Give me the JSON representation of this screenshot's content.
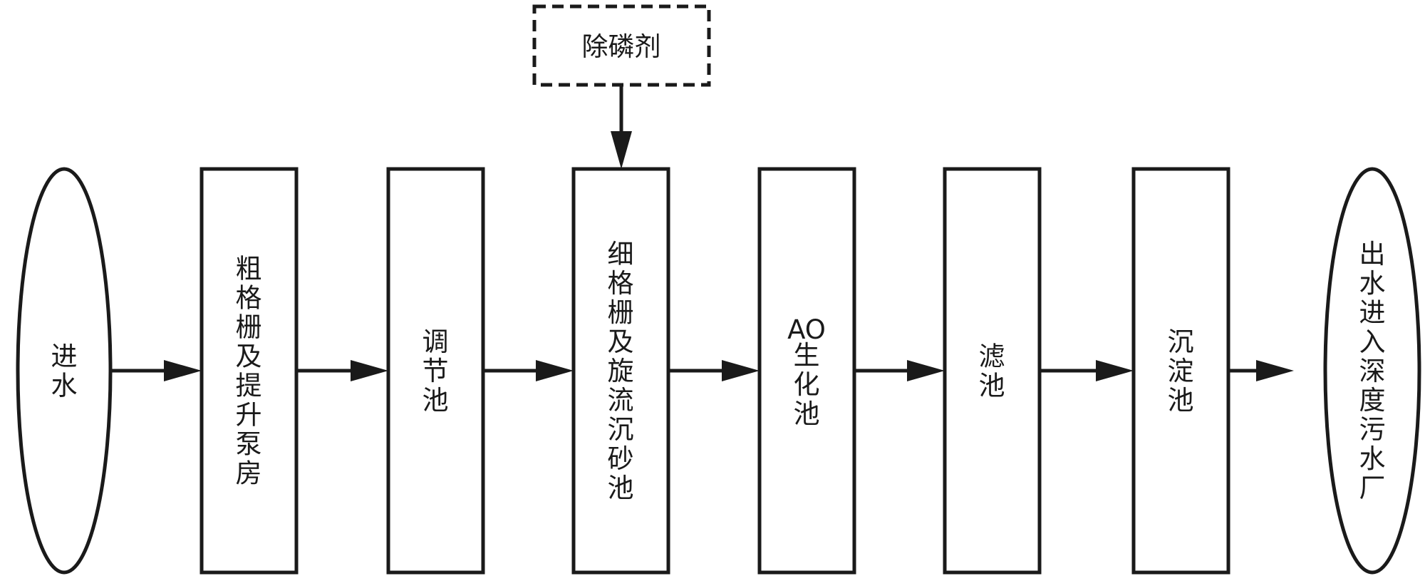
{
  "nodes": {
    "inlet": {
      "label": "进水",
      "shape": "ellipse"
    },
    "coarse_screen": {
      "label": "粗格栅及提升泵房",
      "shape": "rect"
    },
    "equalization": {
      "label": "调节池",
      "shape": "rect"
    },
    "fine_screen": {
      "label": "细格栅及旋流沉砂池",
      "shape": "rect"
    },
    "ao": {
      "label_line1": "AO",
      "label_rest": "生化池",
      "shape": "rect"
    },
    "filter": {
      "label": "滤池",
      "shape": "rect"
    },
    "sedimentation": {
      "label": "沉淀池",
      "shape": "rect"
    },
    "outlet": {
      "label": "出水进入深度污水厂",
      "shape": "ellipse"
    },
    "phosphorus_agent": {
      "label": "除磷剂",
      "shape": "dashed-rect"
    }
  },
  "edges": [
    {
      "from": "inlet",
      "to": "coarse_screen"
    },
    {
      "from": "coarse_screen",
      "to": "equalization"
    },
    {
      "from": "equalization",
      "to": "fine_screen"
    },
    {
      "from": "fine_screen",
      "to": "ao"
    },
    {
      "from": "ao",
      "to": "filter"
    },
    {
      "from": "filter",
      "to": "sedimentation"
    },
    {
      "from": "sedimentation",
      "to": "outlet"
    },
    {
      "from": "phosphorus_agent",
      "to": "fine_screen"
    }
  ],
  "colors": {
    "stroke": "#1a1a1a",
    "fill": "#ffffff",
    "background": "#ffffff"
  }
}
